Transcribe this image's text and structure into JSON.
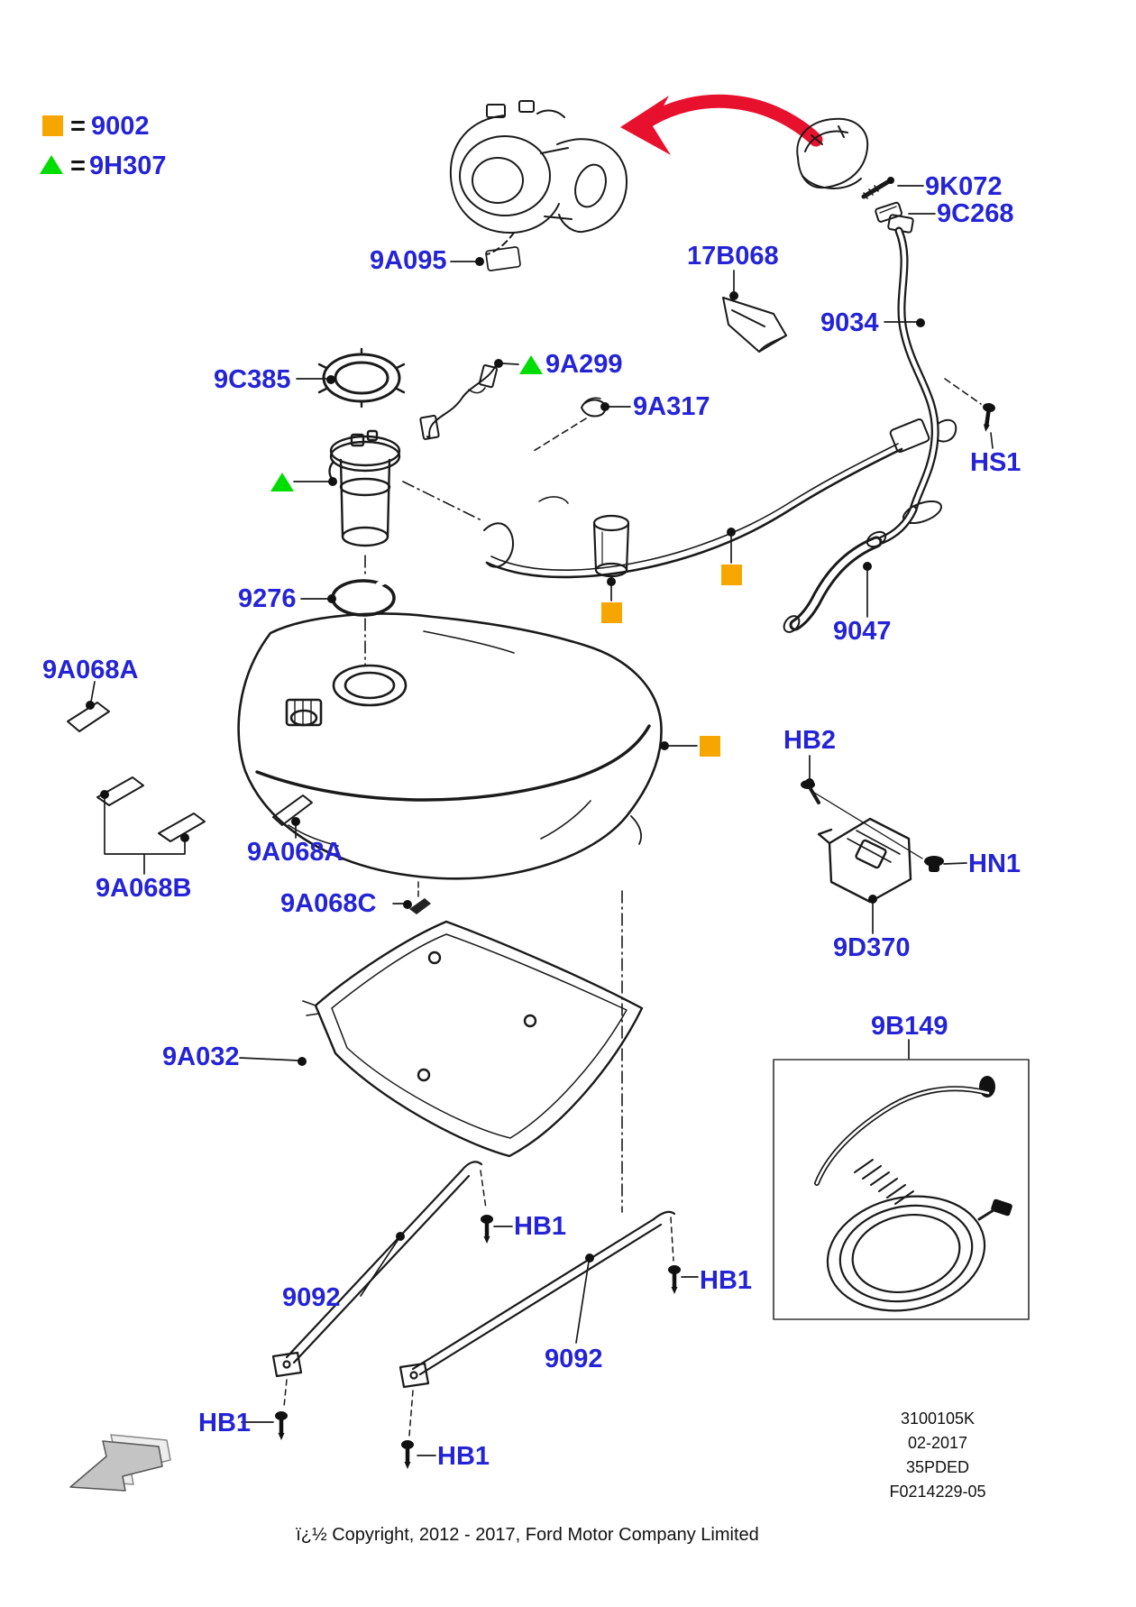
{
  "legend": {
    "equals": "=",
    "items": [
      {
        "symbol": "orange-square",
        "code": "9002"
      },
      {
        "symbol": "green-triangle",
        "code": "9H307"
      }
    ]
  },
  "colors": {
    "label_blue": "#2424D6",
    "marker_orange": "#F7A600",
    "marker_green": "#00DD00",
    "arrow_red": "#E8112D",
    "line_art": "#1A1A1A"
  },
  "part_labels": [
    {
      "id": "9A095",
      "text": "9A095"
    },
    {
      "id": "17B068",
      "text": "17B068"
    },
    {
      "id": "9K072",
      "text": "9K072"
    },
    {
      "id": "9C268",
      "text": "9C268"
    },
    {
      "id": "9034",
      "text": "9034"
    },
    {
      "id": "HS1",
      "text": "HS1"
    },
    {
      "id": "9C385",
      "text": "9C385"
    },
    {
      "id": "9A299",
      "text": "9A299"
    },
    {
      "id": "9A317",
      "text": "9A317"
    },
    {
      "id": "9276",
      "text": "9276"
    },
    {
      "id": "9047",
      "text": "9047"
    },
    {
      "id": "9A068A-upper",
      "text": "9A068A"
    },
    {
      "id": "9A068B",
      "text": "9A068B"
    },
    {
      "id": "9A068A-mid",
      "text": "9A068A"
    },
    {
      "id": "9A068C",
      "text": "9A068C"
    },
    {
      "id": "HB2",
      "text": "HB2"
    },
    {
      "id": "HN1",
      "text": "HN1"
    },
    {
      "id": "9D370",
      "text": "9D370"
    },
    {
      "id": "9B149",
      "text": "9B149"
    },
    {
      "id": "9A032",
      "text": "9A032"
    },
    {
      "id": "9092-left",
      "text": "9092"
    },
    {
      "id": "9092-right",
      "text": "9092"
    },
    {
      "id": "HB1-top",
      "text": "HB1"
    },
    {
      "id": "HB1-right",
      "text": "HB1"
    },
    {
      "id": "HB1-bottom-left",
      "text": "HB1"
    },
    {
      "id": "HB1-bottom-mid",
      "text": "HB1"
    }
  ],
  "revision_block": {
    "lines": [
      "3100105K",
      "02-2017",
      "35PDED",
      "F0214229-05"
    ]
  },
  "copyright": "ï¿½ Copyright, 2012 - 2017, Ford Motor Company Limited"
}
